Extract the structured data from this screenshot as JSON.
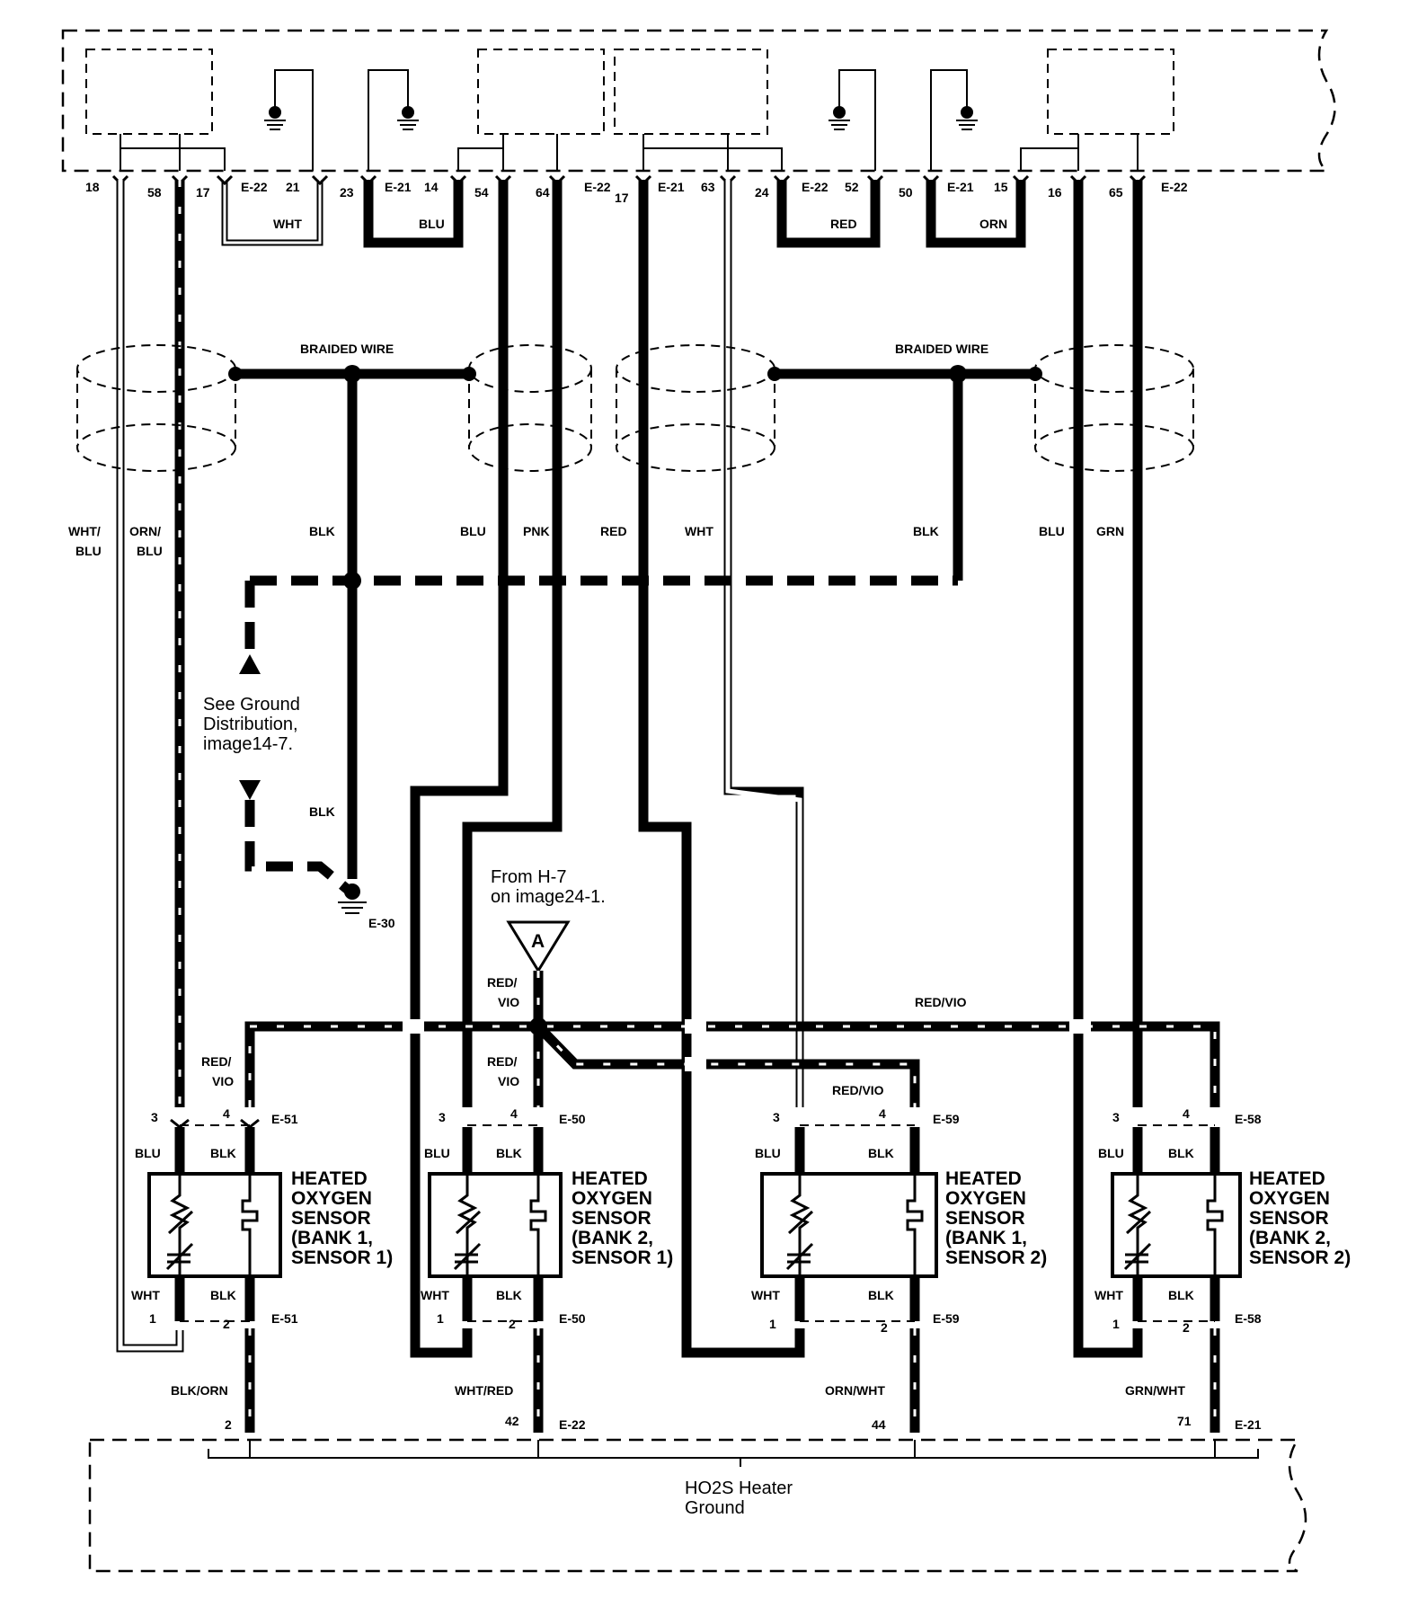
{
  "top_terminals": {
    "t18": "18",
    "t58": "58",
    "t17a": "17",
    "c1": "E-22",
    "t21": "21",
    "t23": "23",
    "c2": "E-21",
    "t14": "14",
    "t54": "54",
    "t64": "64",
    "c3": "E-22",
    "t17b": "17",
    "c4": "E-21",
    "t63": "63",
    "t24": "24",
    "c5": "E-22",
    "t52": "52",
    "t50": "50",
    "c6": "E-21",
    "t15": "15",
    "t16": "16",
    "t65": "65",
    "c7": "E-22"
  },
  "jumpers": {
    "wht": "WHT",
    "blu": "BLU",
    "red": "RED",
    "orn": "ORN"
  },
  "braided": {
    "left": "BRAIDED WIRE",
    "right": "BRAIDED WIRE"
  },
  "wire_colors": {
    "wht_blu": [
      "WHT/",
      "BLU"
    ],
    "orn_blu": [
      "ORN/",
      "BLU"
    ],
    "blk1": "BLK",
    "blu1": "BLU",
    "pnk": "PNK",
    "red": "RED",
    "wht": "WHT",
    "blk2": "BLK",
    "blu2": "BLU",
    "grn": "GRN",
    "blk3": "BLK"
  },
  "ground_note": [
    "See Ground",
    "Distribution,",
    "image14-7."
  ],
  "ground_label": "E-30",
  "from_note": [
    "From H-7",
    "on image24-1."
  ],
  "connector_a": "A",
  "red_vio": {
    "top": [
      "RED/",
      "VIO"
    ],
    "mid": "RED/VIO",
    "lower": [
      "RED/",
      "VIO"
    ],
    "left": [
      "RED/",
      "VIO"
    ],
    "right": "RED/VIO"
  },
  "sensors": [
    {
      "title": [
        "HEATED",
        "OXYGEN",
        "SENSOR",
        "(BANK 1,",
        "SENSOR 1)"
      ],
      "pin3": "3",
      "pin4": "4",
      "conn": "E-51",
      "blu": "BLU",
      "blk": "BLK",
      "wht": "WHT",
      "blk2": "BLK",
      "pin1": "1",
      "pin2": "2",
      "conn2": "E-51"
    },
    {
      "title": [
        "HEATED",
        "OXYGEN",
        "SENSOR",
        "(BANK 2,",
        "SENSOR 1)"
      ],
      "pin3": "3",
      "pin4": "4",
      "conn": "E-50",
      "blu": "BLU",
      "blk": "BLK",
      "wht": "WHT",
      "blk2": "BLK",
      "pin1": "1",
      "pin2": "2",
      "conn2": "E-50"
    },
    {
      "title": [
        "HEATED",
        "OXYGEN",
        "SENSOR",
        "(BANK 1,",
        "SENSOR 2)"
      ],
      "pin3": "3",
      "pin4": "4",
      "conn": "E-59",
      "blu": "BLU",
      "blk": "BLK",
      "wht": "WHT",
      "blk2": "BLK",
      "pin1": "1",
      "pin2": "2",
      "conn2": "E-59"
    },
    {
      "title": [
        "HEATED",
        "OXYGEN",
        "SENSOR",
        "(BANK 2,",
        "SENSOR 2)"
      ],
      "pin3": "3",
      "pin4": "4",
      "conn": "E-58",
      "blu": "BLU",
      "blk": "BLK",
      "wht": "WHT",
      "blk2": "BLK",
      "pin1": "1",
      "pin2": "2",
      "conn2": "E-58"
    }
  ],
  "bottom": {
    "blk_orn": "BLK/ORN",
    "p2": "2",
    "wht_red": "WHT/RED",
    "p42": "42",
    "c22": "E-22",
    "orn_wht": "ORN/WHT",
    "p44": "44",
    "grn_wht": "GRN/WHT",
    "p71": "71",
    "c21": "E-21"
  },
  "ho2s": [
    "HO2S Heater",
    "Ground"
  ]
}
